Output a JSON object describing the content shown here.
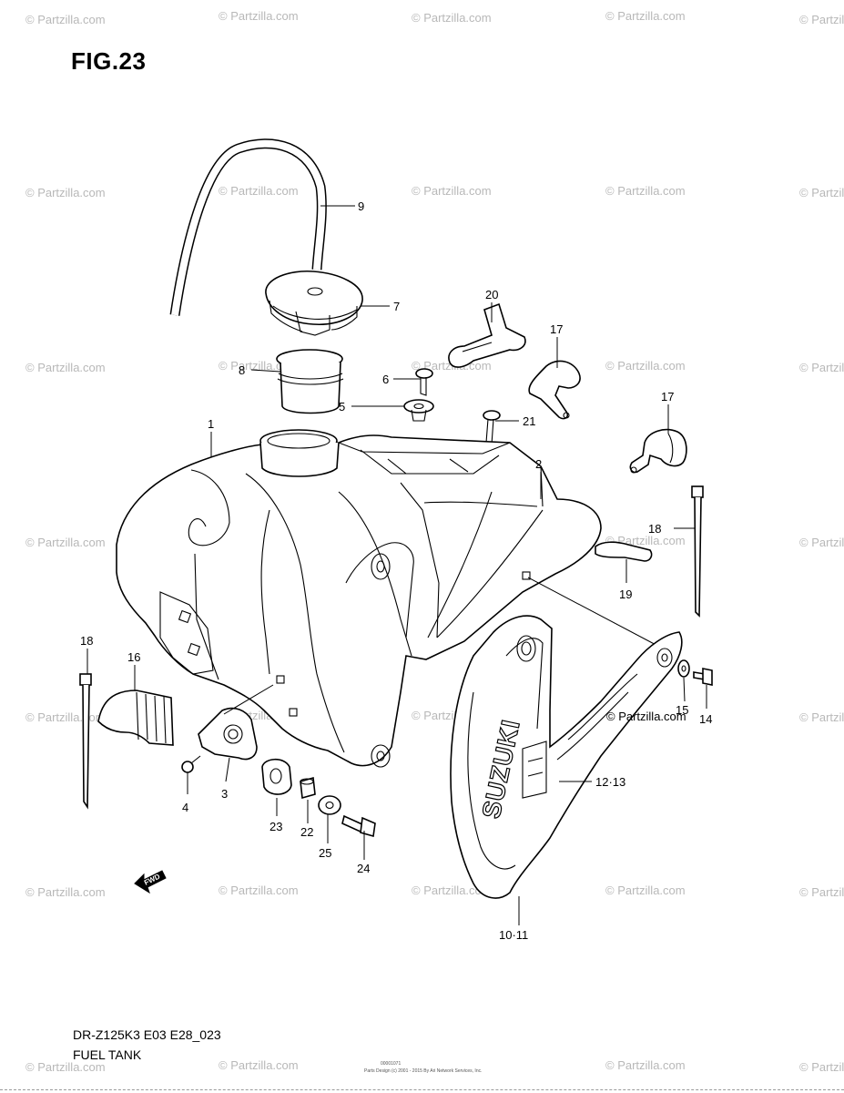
{
  "figure": {
    "title": "FIG.23",
    "model_code": "DR-Z125K3 E03 E28_023",
    "name": "FUEL TANK",
    "credit_small": "Parts Design (c) 2001 - 2015 By Ari Network Services, Inc.",
    "credit_code": "00001071"
  },
  "watermark": {
    "text": "© Partzilla.com",
    "inline_text": "© Partzilla.com"
  },
  "callouts": [
    {
      "id": "c1",
      "text": "1"
    },
    {
      "id": "c2",
      "text": "2"
    },
    {
      "id": "c3",
      "text": "3"
    },
    {
      "id": "c4",
      "text": "4"
    },
    {
      "id": "c5",
      "text": "5"
    },
    {
      "id": "c6",
      "text": "6"
    },
    {
      "id": "c7",
      "text": "7"
    },
    {
      "id": "c8",
      "text": "8"
    },
    {
      "id": "c9",
      "text": "9"
    },
    {
      "id": "c10",
      "text": "10·11"
    },
    {
      "id": "c12",
      "text": "12·13"
    },
    {
      "id": "c14",
      "text": "14"
    },
    {
      "id": "c15",
      "text": "15"
    },
    {
      "id": "c16",
      "text": "16"
    },
    {
      "id": "c17a",
      "text": "17"
    },
    {
      "id": "c17b",
      "text": "17"
    },
    {
      "id": "c18a",
      "text": "18"
    },
    {
      "id": "c18b",
      "text": "18"
    },
    {
      "id": "c19",
      "text": "19"
    },
    {
      "id": "c20",
      "text": "20"
    },
    {
      "id": "c21",
      "text": "21"
    },
    {
      "id": "c22",
      "text": "22"
    },
    {
      "id": "c23",
      "text": "23"
    },
    {
      "id": "c24",
      "text": "24"
    },
    {
      "id": "c25",
      "text": "25"
    }
  ],
  "decal_text": "SUZUKI",
  "fwd_label": "FWD"
}
